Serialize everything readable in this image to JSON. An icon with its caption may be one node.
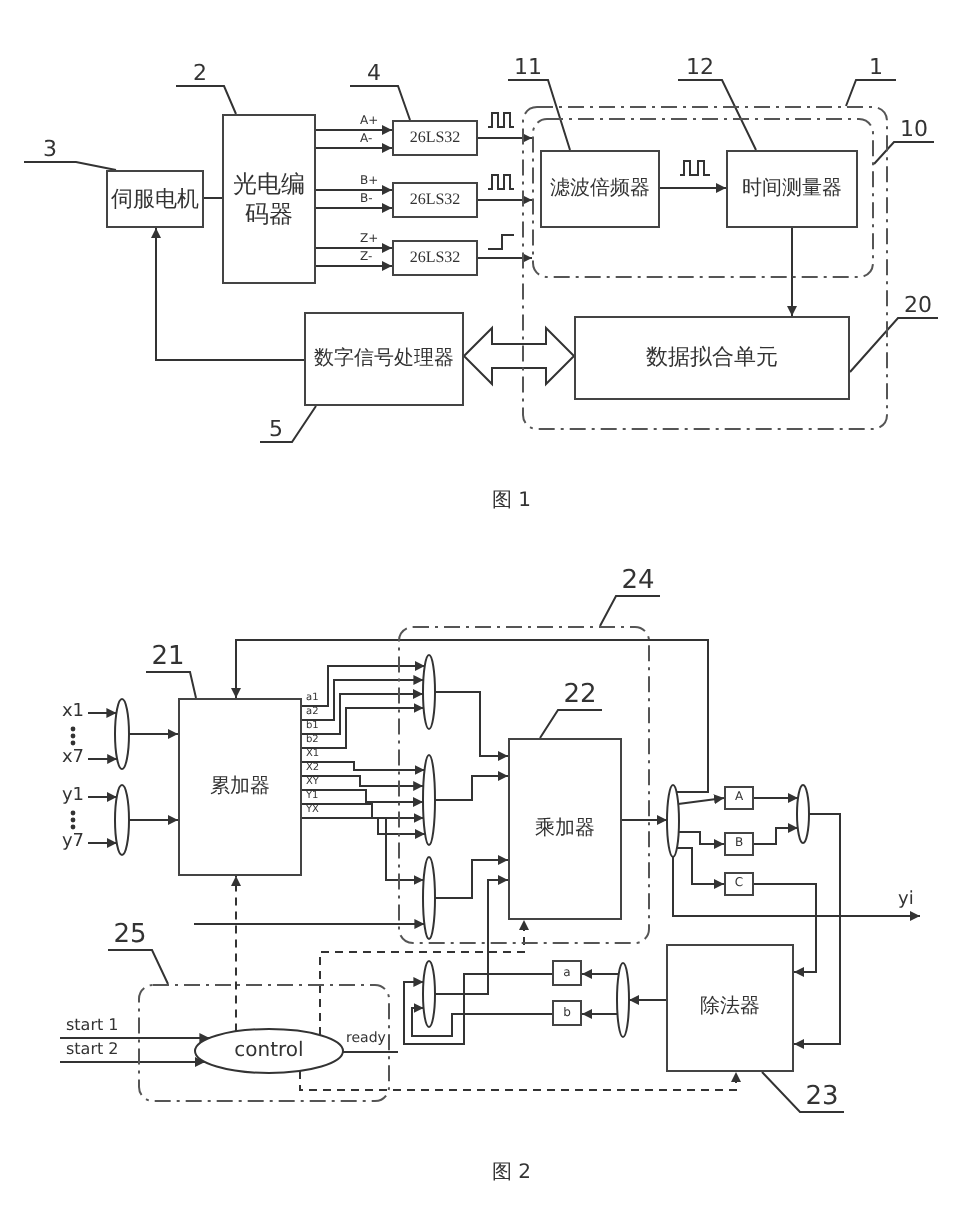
{
  "diagram": {
    "nodes": [
      {
        "text": [
          "伺服电机"
        ]
      },
      {
        "text": [
          "光电编码器"
        ]
      },
      {
        "text": [
          "26LS32"
        ]
      },
      {
        "text": [
          "26LS32"
        ]
      },
      {
        "text": [
          "26LS32"
        ]
      },
      {
        "text": [],
        "shape": "box"
      },
      {
        "text": [],
        "shape": "box",
        "in": 5
      },
      {
        "text": [
          "滤波倍频器"
        ],
        "in": 6
      },
      {
        "text": [
          "时间测量器"
        ],
        "in": 6
      },
      {
        "text": [
          "数据拟合单元"
        ],
        "in": 5
      },
      {
        "text": [
          "数字信号处理器"
        ]
      },
      {
        "text": [
          "3"
        ]
      },
      {
        "text": [
          "2"
        ]
      },
      {
        "text": [
          "4"
        ]
      },
      {
        "text": [
          "11"
        ]
      },
      {
        "text": [
          "12"
        ]
      },
      {
        "text": [
          "1"
        ]
      },
      {
        "text": [
          "10"
        ]
      },
      {
        "text": [
          "20"
        ]
      },
      {
        "text": [
          "5"
        ]
      },
      {
        "text": [],
        "shape": "box"
      },
      {
        "text": [
          "24"
        ]
      },
      {
        "text": [
          "x1"
        ]
      },
      {
        "text": [
          "x7"
        ]
      },
      {
        "text": [
          "y1"
        ]
      },
      {
        "text": [
          "y7"
        ]
      },
      {
        "text": [],
        "shape": "ellipse"
      },
      {
        "text": [],
        "shape": "ellipse"
      },
      {
        "text": [
          "21"
        ]
      },
      {
        "text": [
          "累加器"
        ]
      },
      {
        "text": [],
        "shape": "ellipse",
        "in": 20
      },
      {
        "text": [],
        "shape": "ellipse",
        "in": 20
      },
      {
        "text": [],
        "shape": "ellipse",
        "in": 20
      },
      {
        "text": [],
        "shape": "ellipse"
      },
      {
        "text": [
          "22"
        ],
        "in": 20
      },
      {
        "text": [
          "乘加器"
        ],
        "in": 20
      },
      {
        "text": [],
        "shape": "ellipse"
      },
      {
        "text": [
          "A"
        ]
      },
      {
        "text": [
          "B"
        ]
      },
      {
        "text": [
          "C"
        ]
      },
      {
        "text": [],
        "shape": "ellipse"
      },
      {
        "text": [
          "除法器"
        ]
      },
      {
        "text": [
          "23"
        ]
      },
      {
        "text": [
          "a"
        ]
      },
      {
        "text": [
          "b"
        ]
      },
      {
        "text": [],
        "shape": "ellipse"
      },
      {
        "text": [],
        "shape": "box"
      },
      {
        "text": [
          "25"
        ]
      },
      {
        "text": [
          "control"
        ],
        "in": 46
      }
    ],
    "edges": [
      {
        "from": 1,
        "to": 2,
        "arrow": "to",
        "label": "A+"
      },
      {
        "from": 1,
        "to": 2,
        "arrow": "to",
        "label": "A-"
      },
      {
        "from": 1,
        "to": 3,
        "arrow": "to",
        "label": "B+"
      },
      {
        "from": 1,
        "to": 3,
        "arrow": "to",
        "label": "B-"
      },
      {
        "from": 1,
        "to": 4,
        "arrow": "to",
        "label": "Z+"
      },
      {
        "from": 1,
        "to": 4,
        "arrow": "to",
        "label": "Z-"
      },
      {
        "from": 2,
        "to": 6,
        "arrow": "to"
      },
      {
        "from": 3,
        "to": 6,
        "arrow": "to"
      },
      {
        "from": 4,
        "to": 6,
        "arrow": "to"
      },
      {
        "from": 0,
        "to": 1,
        "arrow": "none"
      },
      {
        "from": 7,
        "to": 8,
        "arrow": "to"
      },
      {
        "from": 8,
        "to": 9,
        "arrow": "to"
      },
      {
        "from": 10,
        "to": 9,
        "arrow": "both",
        "style": "thick"
      },
      {
        "from": 10,
        "to": 0,
        "arrow": "to"
      },
      {
        "from": 11,
        "to": 0,
        "arrow": "none"
      },
      {
        "from": 12,
        "to": 1,
        "arrow": "none"
      },
      {
        "from": 13,
        "to": 2,
        "arrow": "none"
      },
      {
        "from": 14,
        "to": 7,
        "arrow": "none"
      },
      {
        "from": 15,
        "to": 8,
        "arrow": "none"
      },
      {
        "from": 16,
        "to": 5,
        "arrow": "none"
      },
      {
        "from": 17,
        "to": 6,
        "arrow": "none"
      },
      {
        "from": 18,
        "to": 9,
        "arrow": "none"
      },
      {
        "from": 19,
        "to": 10,
        "arrow": "none"
      },
      {
        "from": 21,
        "to": 20,
        "arrow": "none"
      },
      {
        "from": 28,
        "to": 29,
        "arrow": "none"
      },
      {
        "from": 34,
        "to": 35,
        "arrow": "none"
      },
      {
        "from": 42,
        "to": 41,
        "arrow": "none"
      },
      {
        "from": 47,
        "to": 46,
        "arrow": "none"
      },
      {
        "from": 22,
        "to": 26,
        "arrow": "to"
      },
      {
        "from": 23,
        "to": 26,
        "arrow": "to"
      },
      {
        "from": 24,
        "to": 27,
        "arrow": "to"
      },
      {
        "from": 25,
        "to": 27,
        "arrow": "to"
      },
      {
        "from": 26,
        "to": 29,
        "arrow": "to"
      },
      {
        "from": 27,
        "to": 29,
        "arrow": "to"
      },
      {
        "from": 29,
        "to": 30,
        "arrow": "to"
      },
      {
        "from": 29,
        "to": 30,
        "arrow": "to"
      },
      {
        "from": 29,
        "to": 30,
        "arrow": "to"
      },
      {
        "from": 29,
        "to": 30,
        "arrow": "to"
      },
      {
        "from": 29,
        "to": 31,
        "arrow": "to"
      },
      {
        "from": 29,
        "to": 31,
        "arrow": "to"
      },
      {
        "from": 29,
        "to": 31,
        "arrow": "to"
      },
      {
        "from": 29,
        "to": 31,
        "arrow": "to"
      },
      {
        "from": 29,
        "to": 31,
        "arrow": "to"
      },
      {
        "from": 29,
        "to": 32,
        "arrow": "to"
      },
      {
        "from": null,
        "to": 32,
        "arrow": "to"
      },
      {
        "from": 30,
        "to": 35,
        "arrow": "to"
      },
      {
        "from": 31,
        "to": 35,
        "arrow": "to"
      },
      {
        "from": 32,
        "to": 35,
        "arrow": "to"
      },
      {
        "from": 33,
        "to": 35,
        "arrow": "to"
      },
      {
        "from": 35,
        "to": 36,
        "arrow": "to"
      },
      {
        "from": 36,
        "to": 29,
        "arrow": "to"
      },
      {
        "from": 36,
        "to": 37,
        "arrow": "to"
      },
      {
        "from": 36,
        "to": 38,
        "arrow": "to"
      },
      {
        "from": 36,
        "to": 39,
        "arrow": "to"
      },
      {
        "from": 36,
        "to": null,
        "arrow": "to",
        "label": "yi"
      },
      {
        "from": 37,
        "to": 40,
        "arrow": "to"
      },
      {
        "from": 38,
        "to": 40,
        "arrow": "to"
      },
      {
        "from": 40,
        "to": 41,
        "arrow": "to"
      },
      {
        "from": 39,
        "to": 41,
        "arrow": "to"
      },
      {
        "from": 41,
        "to": 45,
        "arrow": "to"
      },
      {
        "from": 45,
        "to": 43,
        "arrow": "to"
      },
      {
        "from": 45,
        "to": 44,
        "arrow": "to"
      },
      {
        "from": 43,
        "to": 33,
        "arrow": "to"
      },
      {
        "from": 44,
        "to": 33,
        "arrow": "to"
      },
      {
        "from": null,
        "to": 48,
        "arrow": "to",
        "label": "start 1"
      },
      {
        "from": null,
        "to": 48,
        "arrow": "to",
        "label": "start 2"
      },
      {
        "from": 48,
        "to": null,
        "arrow": "none",
        "label": "ready"
      },
      {
        "from": 48,
        "to": 29,
        "arrow": "to",
        "style": "dashed"
      },
      {
        "from": 48,
        "to": 35,
        "arrow": "to",
        "style": "dashed"
      },
      {
        "from": 48,
        "to": 41,
        "arrow": "to",
        "style": "dashed"
      }
    ],
    "labels": [
      "图 1",
      "a1",
      "a2",
      "b1",
      "b2",
      "X1",
      "X2",
      "XY",
      "Y1",
      "YX",
      "图 2"
    ]
  }
}
